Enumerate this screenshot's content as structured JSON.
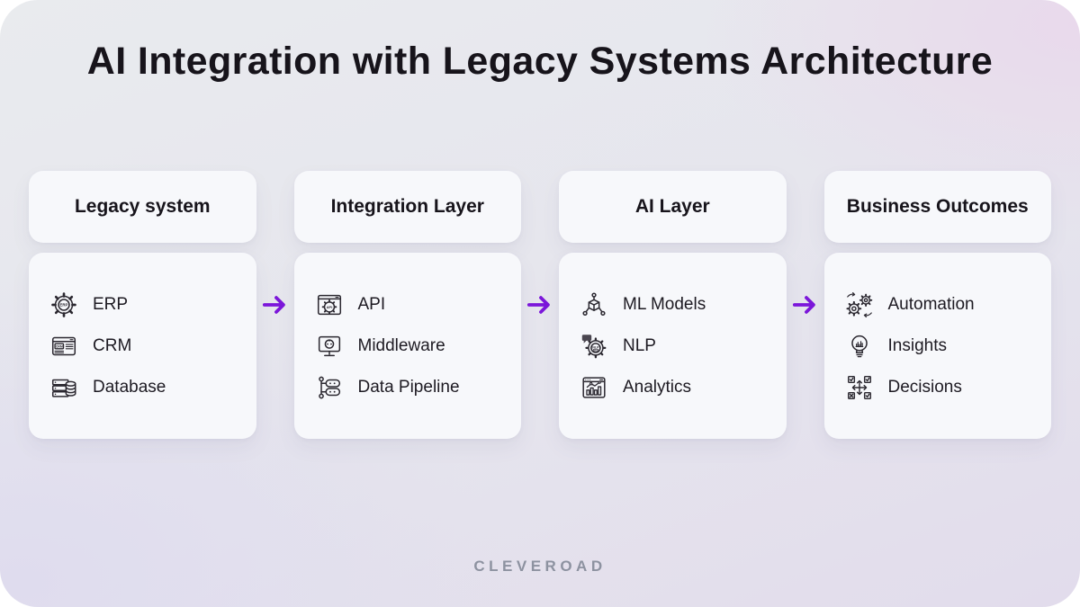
{
  "title": "AI Integration with Legacy Systems Architecture",
  "brand": "CLEVEROAD",
  "colors": {
    "accent_arrow": "#7C17DA",
    "card_background": "#F7F8FB",
    "title_text": "#17141B",
    "item_text": "#1D1A22",
    "brand_text": "#8D92A0"
  },
  "columns": [
    {
      "header": "Legacy system",
      "items": [
        {
          "icon": "erp-icon",
          "label": "ERP"
        },
        {
          "icon": "crm-icon",
          "label": "CRM"
        },
        {
          "icon": "database-icon",
          "label": "Database"
        }
      ]
    },
    {
      "header": "Integration Layer",
      "items": [
        {
          "icon": "api-icon",
          "label": "API"
        },
        {
          "icon": "middleware-icon",
          "label": "Middleware"
        },
        {
          "icon": "data-pipeline-icon",
          "label": "Data Pipeline"
        }
      ]
    },
    {
      "header": "AI Layer",
      "items": [
        {
          "icon": "ml-models-icon",
          "label": "ML Models"
        },
        {
          "icon": "nlp-icon",
          "label": "NLP"
        },
        {
          "icon": "analytics-icon",
          "label": "Analytics"
        }
      ]
    },
    {
      "header": "Business Outcomes",
      "items": [
        {
          "icon": "automation-icon",
          "label": "Automation"
        },
        {
          "icon": "insights-icon",
          "label": "Insights"
        },
        {
          "icon": "decisions-icon",
          "label": "Decisions"
        }
      ]
    }
  ],
  "arrows": [
    {
      "glyph": "→"
    },
    {
      "glyph": "→"
    },
    {
      "glyph": "→"
    }
  ]
}
